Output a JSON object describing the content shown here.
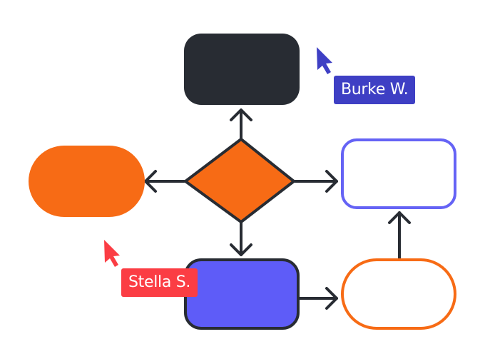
{
  "colors": {
    "dark": "#282c33",
    "orange": "#f76b15",
    "purple": "#5e5cf8",
    "white": "#ffffff",
    "burke_cursor": "#3e3fc4",
    "stella_cursor": "#fb3d44"
  },
  "nodes": [
    {
      "id": "top",
      "shape": "rounded-rect",
      "style": "filled-dark"
    },
    {
      "id": "decision",
      "shape": "diamond",
      "style": "filled-orange-outlined"
    },
    {
      "id": "left",
      "shape": "pill",
      "style": "filled-orange"
    },
    {
      "id": "right-top",
      "shape": "rounded-rect",
      "style": "outlined-purple"
    },
    {
      "id": "bottom",
      "shape": "rounded-rect",
      "style": "filled-purple-outlined"
    },
    {
      "id": "bottom-right",
      "shape": "pill",
      "style": "outlined-orange"
    }
  ],
  "edges": [
    {
      "from": "decision",
      "to": "top"
    },
    {
      "from": "decision",
      "to": "left"
    },
    {
      "from": "decision",
      "to": "right-top"
    },
    {
      "from": "decision",
      "to": "bottom"
    },
    {
      "from": "bottom",
      "to": "bottom-right"
    },
    {
      "from": "bottom-right",
      "to": "right-top"
    }
  ],
  "cursors": [
    {
      "name": "Burke W.",
      "icon": "pointer-arrow-icon"
    },
    {
      "name": "Stella S.",
      "icon": "pointer-arrow-icon"
    }
  ]
}
